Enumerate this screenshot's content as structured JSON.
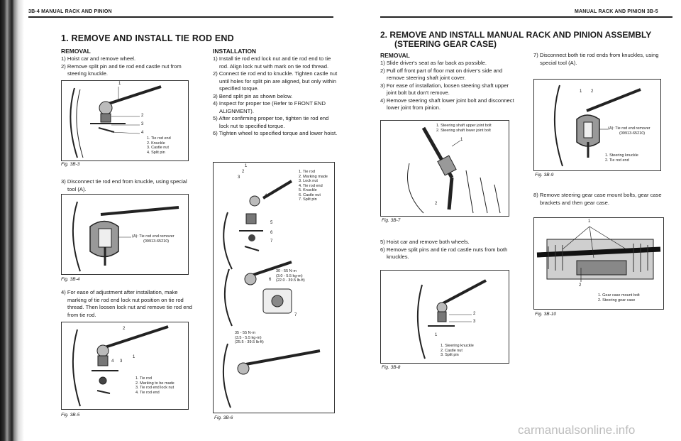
{
  "left_page": {
    "header": "3B-4 MANUAL RACK AND PINION",
    "section_title": "1. REMOVE AND INSTALL TIE ROD END",
    "removal": {
      "heading": "REMOVAL",
      "steps": [
        "1) Hoist car and remove wheel.",
        "2) Remove split pin and tie rod end castle nut from steering knuckle."
      ],
      "step3": "3) Disconnect tie rod end from knuckle, using special tool (A).",
      "step4": "4) For ease of adjustment after installation, make marking of tie rod end lock nut position on tie rod thread. Then loosen lock nut and remove tie rod end from tie rod."
    },
    "installation": {
      "heading": "INSTALLATION",
      "steps": [
        "1) Install tie rod end lock nut and tie rod end to tie rod. Align lock nut with mark on tie rod thread.",
        "2) Connect tie rod end to knuckle. Tighten castle nut until holes for split pin are aligned, but only within specified torque.",
        "3) Bend split pin as shown below.",
        "4) Inspect for proper toe (Refer to FRONT END ALIGNMENT).",
        "5) After confirming proper toe, tighten tie rod end lock nut to specified torque.",
        "6) Tighten wheel to specified torque and lower hoist."
      ]
    },
    "fig_3b3": {
      "caption": "Fig. 3B-3",
      "callouts": [
        "1",
        "2",
        "3",
        "4"
      ],
      "legend": [
        "1. Tie rod end",
        "2. Knuckle",
        "3. Castle nut",
        "4. Split pin"
      ]
    },
    "fig_3b4": {
      "caption": "Fig. 3B-4",
      "legend": [
        "(A): Tie rod end remover",
        "(09913-65210)"
      ]
    },
    "fig_3b5": {
      "caption": "Fig. 3B-5",
      "callouts": [
        "2",
        "1",
        "4",
        "3"
      ],
      "legend": [
        "1. Tie rod",
        "2. Marking to be made",
        "3. Tie rod end lock nut",
        "4. Tie rod end"
      ]
    },
    "fig_3b6": {
      "caption": "Fig. 3B-6",
      "callouts": [
        "1",
        "2",
        "3",
        "4",
        "5",
        "6",
        "7",
        "6",
        "7"
      ],
      "legend": [
        "1. Tie rod",
        "2. Marking made",
        "3. Lock nut",
        "4. Tie rod end",
        "5. Knuckle",
        "6. Castle nut",
        "7. Split pin"
      ],
      "torque1": [
        "30 - 55 N·m",
        "(3.0 - 5.5 kg-m)",
        "(22.0 - 39.5 lb-ft)"
      ],
      "torque2": [
        "35 - 55 N·m",
        "(3.5 - 5.5 kg-m)",
        "(25.5 - 39.5 lb-ft)"
      ]
    }
  },
  "right_page": {
    "header": "MANUAL RACK AND PINION 3B-5",
    "section_title_line1": "2. REMOVE AND INSTALL MANUAL RACK AND PINION ASSEMBLY",
    "section_title_line2": "(STEERING GEAR CASE)",
    "removal": {
      "heading": "REMOVAL",
      "steps": [
        "1) Slide driver's seat as far back as possible.",
        "2) Pull off front part of floor mat on driver's side and remove steering shaft joint cover.",
        "3) For ease of installation, loosen steering shaft upper joint bolt but don't remove.",
        "4) Remove steering shaft lower joint bolt and disconnect lower joint from pinion."
      ],
      "steps_b": [
        "5) Hoist car and remove both wheels.",
        "6) Remove split pins and tie rod castle nuts from both knuckles."
      ],
      "step7": "7) Disconnect both tie rod ends from knuckles, using special tool (A).",
      "step8": "8) Remove steering gear case mount bolts, gear case brackets and then gear case."
    },
    "fig_3b7": {
      "caption": "Fig. 3B-7",
      "callouts": [
        "1",
        "2"
      ],
      "legend": [
        "1. Steering shaft upper joint bolt",
        "2. Steering shaft lower joint bolt"
      ]
    },
    "fig_3b8": {
      "caption": "Fig. 3B-8",
      "callouts": [
        "2",
        "3",
        "1"
      ],
      "legend": [
        "1. Steering knuckle",
        "2. Castle nut",
        "3. Split pin"
      ]
    },
    "fig_3b9": {
      "caption": "Fig. 3B-9",
      "callouts": [
        "1",
        "2"
      ],
      "tool_legend": [
        "(A): Tie rod end remover",
        "(09913-65210)"
      ],
      "legend": [
        "1. Steering knuckle",
        "2. Tie rod end"
      ]
    },
    "fig_3b10": {
      "caption": "Fig. 3B-10",
      "callouts": [
        "1",
        "2"
      ],
      "legend": [
        "1. Gear case mount bolt",
        "2. Steering gear case"
      ]
    }
  },
  "watermark": "carmanualsonline.info"
}
